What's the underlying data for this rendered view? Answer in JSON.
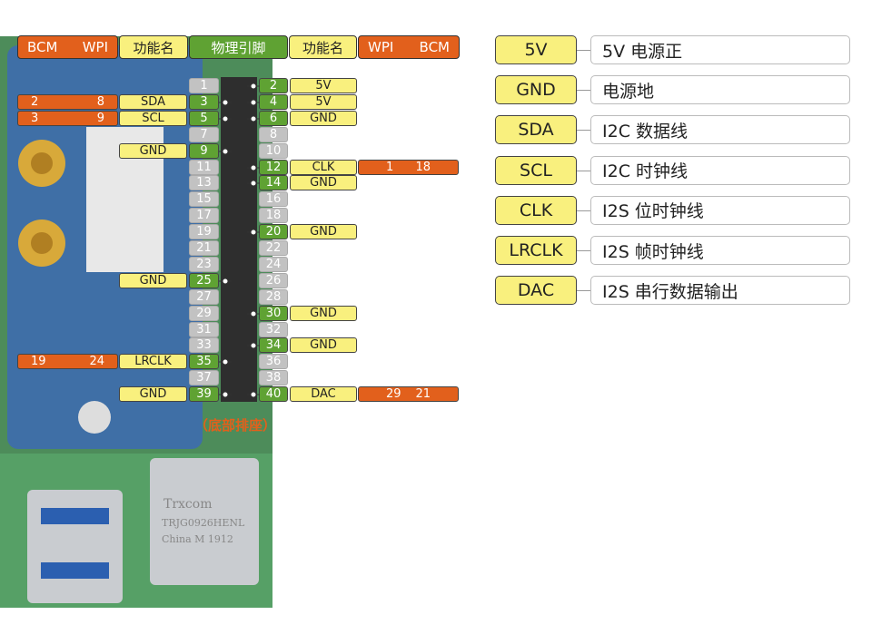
{
  "header": {
    "left_bcm": "BCM",
    "left_wpi": "WPI",
    "left_func": "功能名",
    "physical": "物理引脚",
    "right_func": "功能名",
    "right_wpi": "WPI",
    "right_bcm": "BCM"
  },
  "footer_label": "（底部排座）",
  "pins_left": [
    {
      "pin": "1",
      "active": false
    },
    {
      "pin": "3",
      "active": true,
      "func": "SDA",
      "wpi": "8",
      "bcm": "2"
    },
    {
      "pin": "5",
      "active": true,
      "func": "SCL",
      "wpi": "9",
      "bcm": "3"
    },
    {
      "pin": "7",
      "active": false
    },
    {
      "pin": "9",
      "active": true,
      "func": "GND"
    },
    {
      "pin": "11",
      "active": false
    },
    {
      "pin": "13",
      "active": false
    },
    {
      "pin": "15",
      "active": false
    },
    {
      "pin": "17",
      "active": false
    },
    {
      "pin": "19",
      "active": false
    },
    {
      "pin": "21",
      "active": false
    },
    {
      "pin": "23",
      "active": false
    },
    {
      "pin": "25",
      "active": true,
      "func": "GND"
    },
    {
      "pin": "27",
      "active": false
    },
    {
      "pin": "29",
      "active": false
    },
    {
      "pin": "31",
      "active": false
    },
    {
      "pin": "33",
      "active": false
    },
    {
      "pin": "35",
      "active": true,
      "func": "LRCLK",
      "wpi": "24",
      "bcm": "19"
    },
    {
      "pin": "37",
      "active": false
    },
    {
      "pin": "39",
      "active": true,
      "func": "GND"
    }
  ],
  "pins_right": [
    {
      "pin": "2",
      "active": true,
      "func": "5V"
    },
    {
      "pin": "4",
      "active": true,
      "func": "5V"
    },
    {
      "pin": "6",
      "active": true,
      "func": "GND"
    },
    {
      "pin": "8",
      "active": false
    },
    {
      "pin": "10",
      "active": false
    },
    {
      "pin": "12",
      "active": true,
      "func": "CLK",
      "wpi": "1",
      "bcm": "18"
    },
    {
      "pin": "14",
      "active": true,
      "func": "GND"
    },
    {
      "pin": "16",
      "active": false
    },
    {
      "pin": "18",
      "active": false
    },
    {
      "pin": "20",
      "active": true,
      "func": "GND"
    },
    {
      "pin": "22",
      "active": false
    },
    {
      "pin": "24",
      "active": false
    },
    {
      "pin": "26",
      "active": false
    },
    {
      "pin": "28",
      "active": false
    },
    {
      "pin": "30",
      "active": true,
      "func": "GND"
    },
    {
      "pin": "32",
      "active": false
    },
    {
      "pin": "34",
      "active": true,
      "func": "GND"
    },
    {
      "pin": "36",
      "active": false
    },
    {
      "pin": "38",
      "active": false
    },
    {
      "pin": "40",
      "active": true,
      "func": "DAC",
      "wpi": "29",
      "bcm": "21"
    }
  ],
  "legend": [
    {
      "key": "5V",
      "desc": "5V 电源正"
    },
    {
      "key": "GND",
      "desc": "电源地"
    },
    {
      "key": "SDA",
      "desc": "I2C 数据线"
    },
    {
      "key": "SCL",
      "desc": "I2C 时钟线"
    },
    {
      "key": "CLK",
      "desc": "I2S 位时钟线"
    },
    {
      "key": "LRCLK",
      "desc": "I2S 帧时钟线"
    },
    {
      "key": "DAC",
      "desc": "I2S 串行数据输出"
    }
  ],
  "board_text": {
    "jack_label": "Trxcom",
    "jack_model": "TRJG0926HENL",
    "jack_origin": "China M 1912"
  },
  "colors": {
    "orange": "#e2601c",
    "yellow": "#f9f07e",
    "green": "#5fa233",
    "grey": "#c2c2c2"
  }
}
